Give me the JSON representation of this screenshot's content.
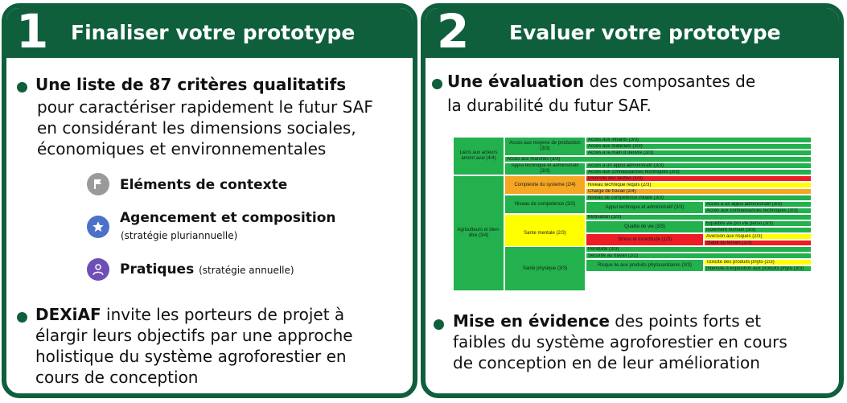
{
  "card1": {
    "number": "1",
    "title": "Finaliser votre prototype",
    "bullet1": {
      "bold": "Une liste de 87 critères qualitatifs",
      "lines": [
        "pour caractériser rapidement le futur SAF",
        "en considérant les dimensions sociales,",
        "économiques et environnementales"
      ]
    },
    "items": [
      {
        "label": "Eléments de contexte",
        "note": "",
        "icon": "flag-icon",
        "color": "#9a9a9a"
      },
      {
        "label": "Agencement et composition",
        "note": "(stratégie pluriannuelle)",
        "icon": "star-icon",
        "color": "#4b72c8"
      },
      {
        "label": "Pratiques",
        "note": "(stratégie annuelle)",
        "icon": "person-icon",
        "color": "#6f4fb5"
      }
    ],
    "bullet2": {
      "bold": "DEXiAF",
      "rest": " invite les porteurs de projet à",
      "lines": [
        "élargir leurs objectifs par une approche",
        "holistique du système agroforestier en",
        "cours de conception"
      ]
    }
  },
  "card2": {
    "number": "2",
    "title": "Evaluer votre prototype",
    "bullet1": {
      "bold": "Une évaluation",
      "rest": " des composantes de",
      "line2": "la durabilité du futur SAF."
    },
    "bullet2": {
      "bold": "Mise en évidence",
      "rest": " des points forts et",
      "lines": [
        "faibles du système agroforestier en cours",
        "de conception en de leur amélioration"
      ]
    }
  },
  "colors": {
    "brand": "#0f5f3c",
    "green": "#22b14c",
    "yellow": "#ffff00",
    "orange": "#f5a623",
    "red": "#ee1c24"
  },
  "table": [
    {
      "text": "Liens aux acteurs amont aval (4/4)",
      "c": "green",
      "col": 0,
      "r0": 0,
      "r1": 5,
      "center": true
    },
    {
      "text": "Acces aux moyens de production (3/3)",
      "c": "green",
      "col": 1,
      "r0": 0,
      "r1": 2,
      "center": true
    },
    {
      "text": "Acces aux intrants (3/3)",
      "c": "green",
      "col": 2,
      "r0": 0,
      "r1": 0
    },
    {
      "text": "Acces aux materiels (3/3)",
      "c": "green",
      "col": 2,
      "r0": 1,
      "r1": 1
    },
    {
      "text": "Acces a la main d oeuvre (3/3)",
      "c": "green",
      "col": 2,
      "r0": 2,
      "r1": 2
    },
    {
      "text": "Acces aux marches (3/3)",
      "c": "green",
      "col": 12,
      "r0": 3,
      "r1": 3
    },
    {
      "text": "Appui technique et administratif (3/3)",
      "c": "green",
      "col": 1,
      "r0": 4,
      "r1": 5,
      "center": true
    },
    {
      "text": "Acces a un appui administratif (3/3)",
      "c": "green",
      "col": 2,
      "r0": 4,
      "r1": 4
    },
    {
      "text": "Acces aux connaissances techniques (3/3)",
      "c": "green",
      "col": 2,
      "r0": 5,
      "r1": 5
    },
    {
      "text": "Agriculteurs et bien-être (3/4)",
      "c": "green",
      "col": 0,
      "r0": 6,
      "r1": 23,
      "center": true
    },
    {
      "text": "Complexite du systeme (2/4)",
      "c": "orange",
      "col": 1,
      "r0": 6,
      "r1": 8,
      "center": true
    },
    {
      "text": "Diversite des taches (1/3)",
      "c": "red",
      "col": 2,
      "r0": 6,
      "r1": 6
    },
    {
      "text": "Niveau technique requis (2/3)",
      "c": "yellow",
      "col": 2,
      "r0": 7,
      "r1": 7
    },
    {
      "text": "Charge de travail (2/4)",
      "c": "orange",
      "col": 2,
      "r0": 8,
      "r1": 8
    },
    {
      "text": "Niveau de competence (3/3)",
      "c": "green",
      "col": 1,
      "r0": 9,
      "r1": 11,
      "center": true
    },
    {
      "text": "Niveau de competence initiale (3/3)",
      "c": "green",
      "col": 2,
      "r0": 9,
      "r1": 9
    },
    {
      "text": "Appui technique et administratif (3/3)",
      "c": "green",
      "col": 3,
      "r0": 10,
      "r1": 11,
      "center": true
    },
    {
      "text": "Acces a un appui administratif (3/3)",
      "c": "green",
      "col": 4,
      "r0": 10,
      "r1": 10
    },
    {
      "text": "Acces aux connaissances techniques (3/3)",
      "c": "green",
      "col": 4,
      "r0": 11,
      "r1": 11
    },
    {
      "text": "Sante mentale (2/3)",
      "c": "yellow",
      "col": 1,
      "r0": 12,
      "r1": 17,
      "center": true
    },
    {
      "text": "Motivation (3/3)",
      "c": "green",
      "col": 2,
      "r0": 12,
      "r1": 12
    },
    {
      "text": "Qualite de vie (3/3)",
      "c": "green",
      "col": 3,
      "r0": 13,
      "r1": 14,
      "center": true
    },
    {
      "text": "Equilibre vie pro vie perso (3/3)",
      "c": "green",
      "col": 4,
      "r0": 13,
      "r1": 13
    },
    {
      "text": "Isolement humain (3/3)",
      "c": "green",
      "col": 4,
      "r0": 14,
      "r1": 14
    },
    {
      "text": "Stress et incertitude (1/3)",
      "c": "red",
      "col": 3,
      "r0": 15,
      "r1": 16,
      "center": true
    },
    {
      "text": "Aversion aux risques (2/3)",
      "c": "yellow",
      "col": 4,
      "r0": 15,
      "r1": 15
    },
    {
      "text": "Statut du terrain (1/3)",
      "c": "red",
      "col": 4,
      "r0": 16,
      "r1": 16
    },
    {
      "text": "Sante physique (3/3)",
      "c": "green",
      "col": 1,
      "r0": 17,
      "r1": 23,
      "center": true
    },
    {
      "text": "Penibilite (3/3)",
      "c": "green",
      "col": 2,
      "r0": 17,
      "r1": 17
    },
    {
      "text": "Securite au travail (2/2)",
      "c": "green",
      "col": 2,
      "r0": 18,
      "r1": 18
    },
    {
      "text": "Risque lie aux produits phytosanitaires (3/3)",
      "c": "green",
      "col": 3,
      "r0": 19,
      "r1": 20,
      "center": true
    },
    {
      "text": "Toxicite des produits phyto (2/3)",
      "c": "yellow",
      "col": 4,
      "r0": 19,
      "r1": 19
    },
    {
      "text": "Intensite d exposition aux produits phyto (3/3)",
      "c": "green",
      "col": 4,
      "r0": 20,
      "r1": 20
    }
  ]
}
